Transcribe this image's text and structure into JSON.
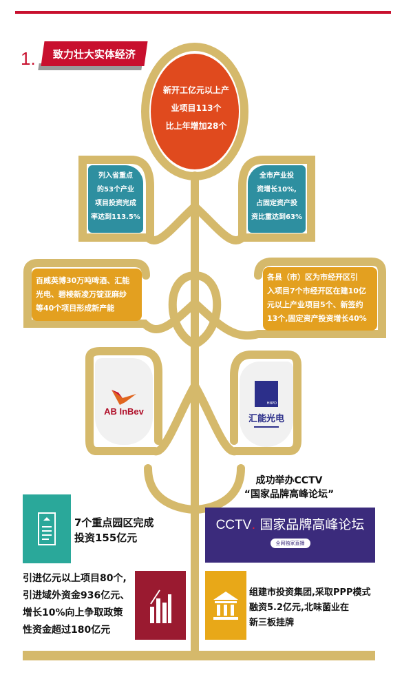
{
  "section": {
    "number": "1.",
    "title": "致力壮大实体经济"
  },
  "center_circle": {
    "lines": [
      "新开工亿元以上产",
      "业项目113个",
      "比上年增加28个"
    ]
  },
  "left_leaf": {
    "lines": [
      "列入省重点",
      "的53个产业",
      "项目投资完成",
      "率达到113.5%"
    ]
  },
  "right_leaf": {
    "lines": [
      "全市产业投",
      "资增长10%,",
      "占固定资产投",
      "资比重达到63%"
    ]
  },
  "left_orange": {
    "lines": [
      "百威英博30万吨啤酒、汇能",
      "光电、碧棱新凌万锭亚麻纱",
      "等40个项目形成新产能"
    ]
  },
  "right_orange": {
    "lines": [
      "各县（市）区为市经开区引",
      "入项目7个市经开区在建10亿",
      "元以上产业项目5个、新签约",
      "13个,固定资产投资增长40%"
    ]
  },
  "logos": {
    "abinbev": "AB InBev",
    "huineng": "汇能光电",
    "huineng_badge": "HNPD"
  },
  "cctv": {
    "caption_lines": [
      "成功举办CCTV",
      "“国家品牌高峰论坛”"
    ],
    "banner_brand": "CCTV",
    "banner_title": "国家品牌高峰论坛",
    "banner_pill": "全网独家直播"
  },
  "parks": {
    "lines": [
      "7个重点园区完成",
      "投资155亿元"
    ]
  },
  "investment": {
    "lines": [
      "引进亿元以上项目80个,",
      "引进域外资金936亿元、",
      "增长10%向上争取政策",
      "性资金超过180亿元"
    ]
  },
  "finance": {
    "lines": [
      "组建市投资集团,采取PPP模式",
      "融资5.2亿元,北味菌业在",
      "新三板挂牌"
    ]
  },
  "colors": {
    "red": "#c8102e",
    "gold": "#d5b96b",
    "circle": "#e04a1e",
    "teal": "#2e8fa0",
    "orange": "#e3a020",
    "purple": "#3b2b7c",
    "icon_teal": "#2aa89a",
    "maroon": "#9a1a30",
    "icon_gold": "#e8a818"
  }
}
